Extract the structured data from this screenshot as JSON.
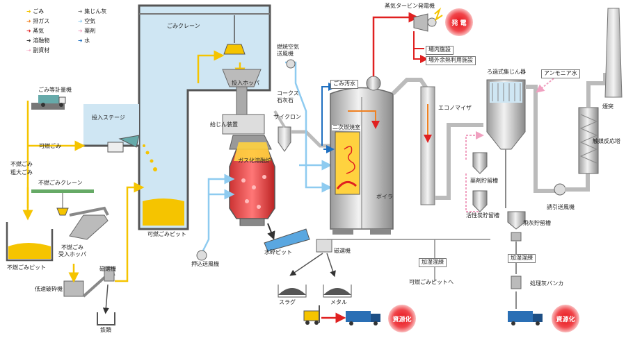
{
  "legend": {
    "items": [
      {
        "label": "ごみ",
        "color": "#f5c400"
      },
      {
        "label": "排ガス",
        "color": "#f08020"
      },
      {
        "label": "蒸気",
        "color": "#e02020"
      },
      {
        "label": "溶融物",
        "color": "#333333"
      },
      {
        "label": "副資材",
        "color": "#f28cb0"
      },
      {
        "label": "集じん灰",
        "color": "#8a8a8a"
      },
      {
        "label": "空気",
        "color": "#8ecbf0"
      },
      {
        "label": "薬剤",
        "color": "#f0a0c0"
      },
      {
        "label": "水",
        "color": "#1e6fc0"
      }
    ]
  },
  "labels": {
    "garbage_crane": "ごみクレーン",
    "weighing": "ごみ等計量機",
    "input_stage": "投入ステージ",
    "combustible": "可燃ごみ",
    "noncomb": "不燃ごみ",
    "bulky": "粗大ごみ",
    "noncomb_crane": "不燃ごみクレーン",
    "noncomb_hopper": "不燃ごみ\n受入ホッパ",
    "noncomb_pit": "不燃ごみピット",
    "lowspeed": "低速破砕機",
    "magnet1": "磁選機",
    "iron": "鉄類",
    "comb_pit": "可燃ごみピット",
    "push_fan": "押込送風機",
    "feed_hopper": "投入ホッパ",
    "feeder": "給じん装置",
    "comb_air_fan": "燃焼空気\n送風機",
    "coke": "コークス\n石灰石",
    "cyclone": "サイクロン",
    "furnace": "ガス化溶融炉",
    "water_pit": "水砕ピット",
    "magnet2": "磁選機",
    "slag": "スラグ",
    "metal": "メタル",
    "waste_water": "ごみ汚水",
    "secondary": "二次燃焼室",
    "boiler": "ボイラ",
    "turbine": "蒸気タービン発電機",
    "power": "発 電",
    "in_plant": "場内施設",
    "outside_heat": "場外余熱利用施設",
    "economizer": "エコノマイザ",
    "bag_filter": "ろ過式集じん器",
    "ammonia": "アンモニア水",
    "chimney": "煙突",
    "catalyst": "触媒反応塔",
    "chem_silo": "薬剤貯留槽",
    "carbon_silo": "活性炭貯留槽",
    "id_fan": "誘引送風機",
    "ash_silo": "飛灰貯留槽",
    "humid1": "加湿混練",
    "humid2": "加湿混練",
    "to_pit": "可燃ごみピットへ",
    "ash_bunker": "処理灰バンカ",
    "recycle1": "資源化",
    "recycle2": "資源化"
  }
}
